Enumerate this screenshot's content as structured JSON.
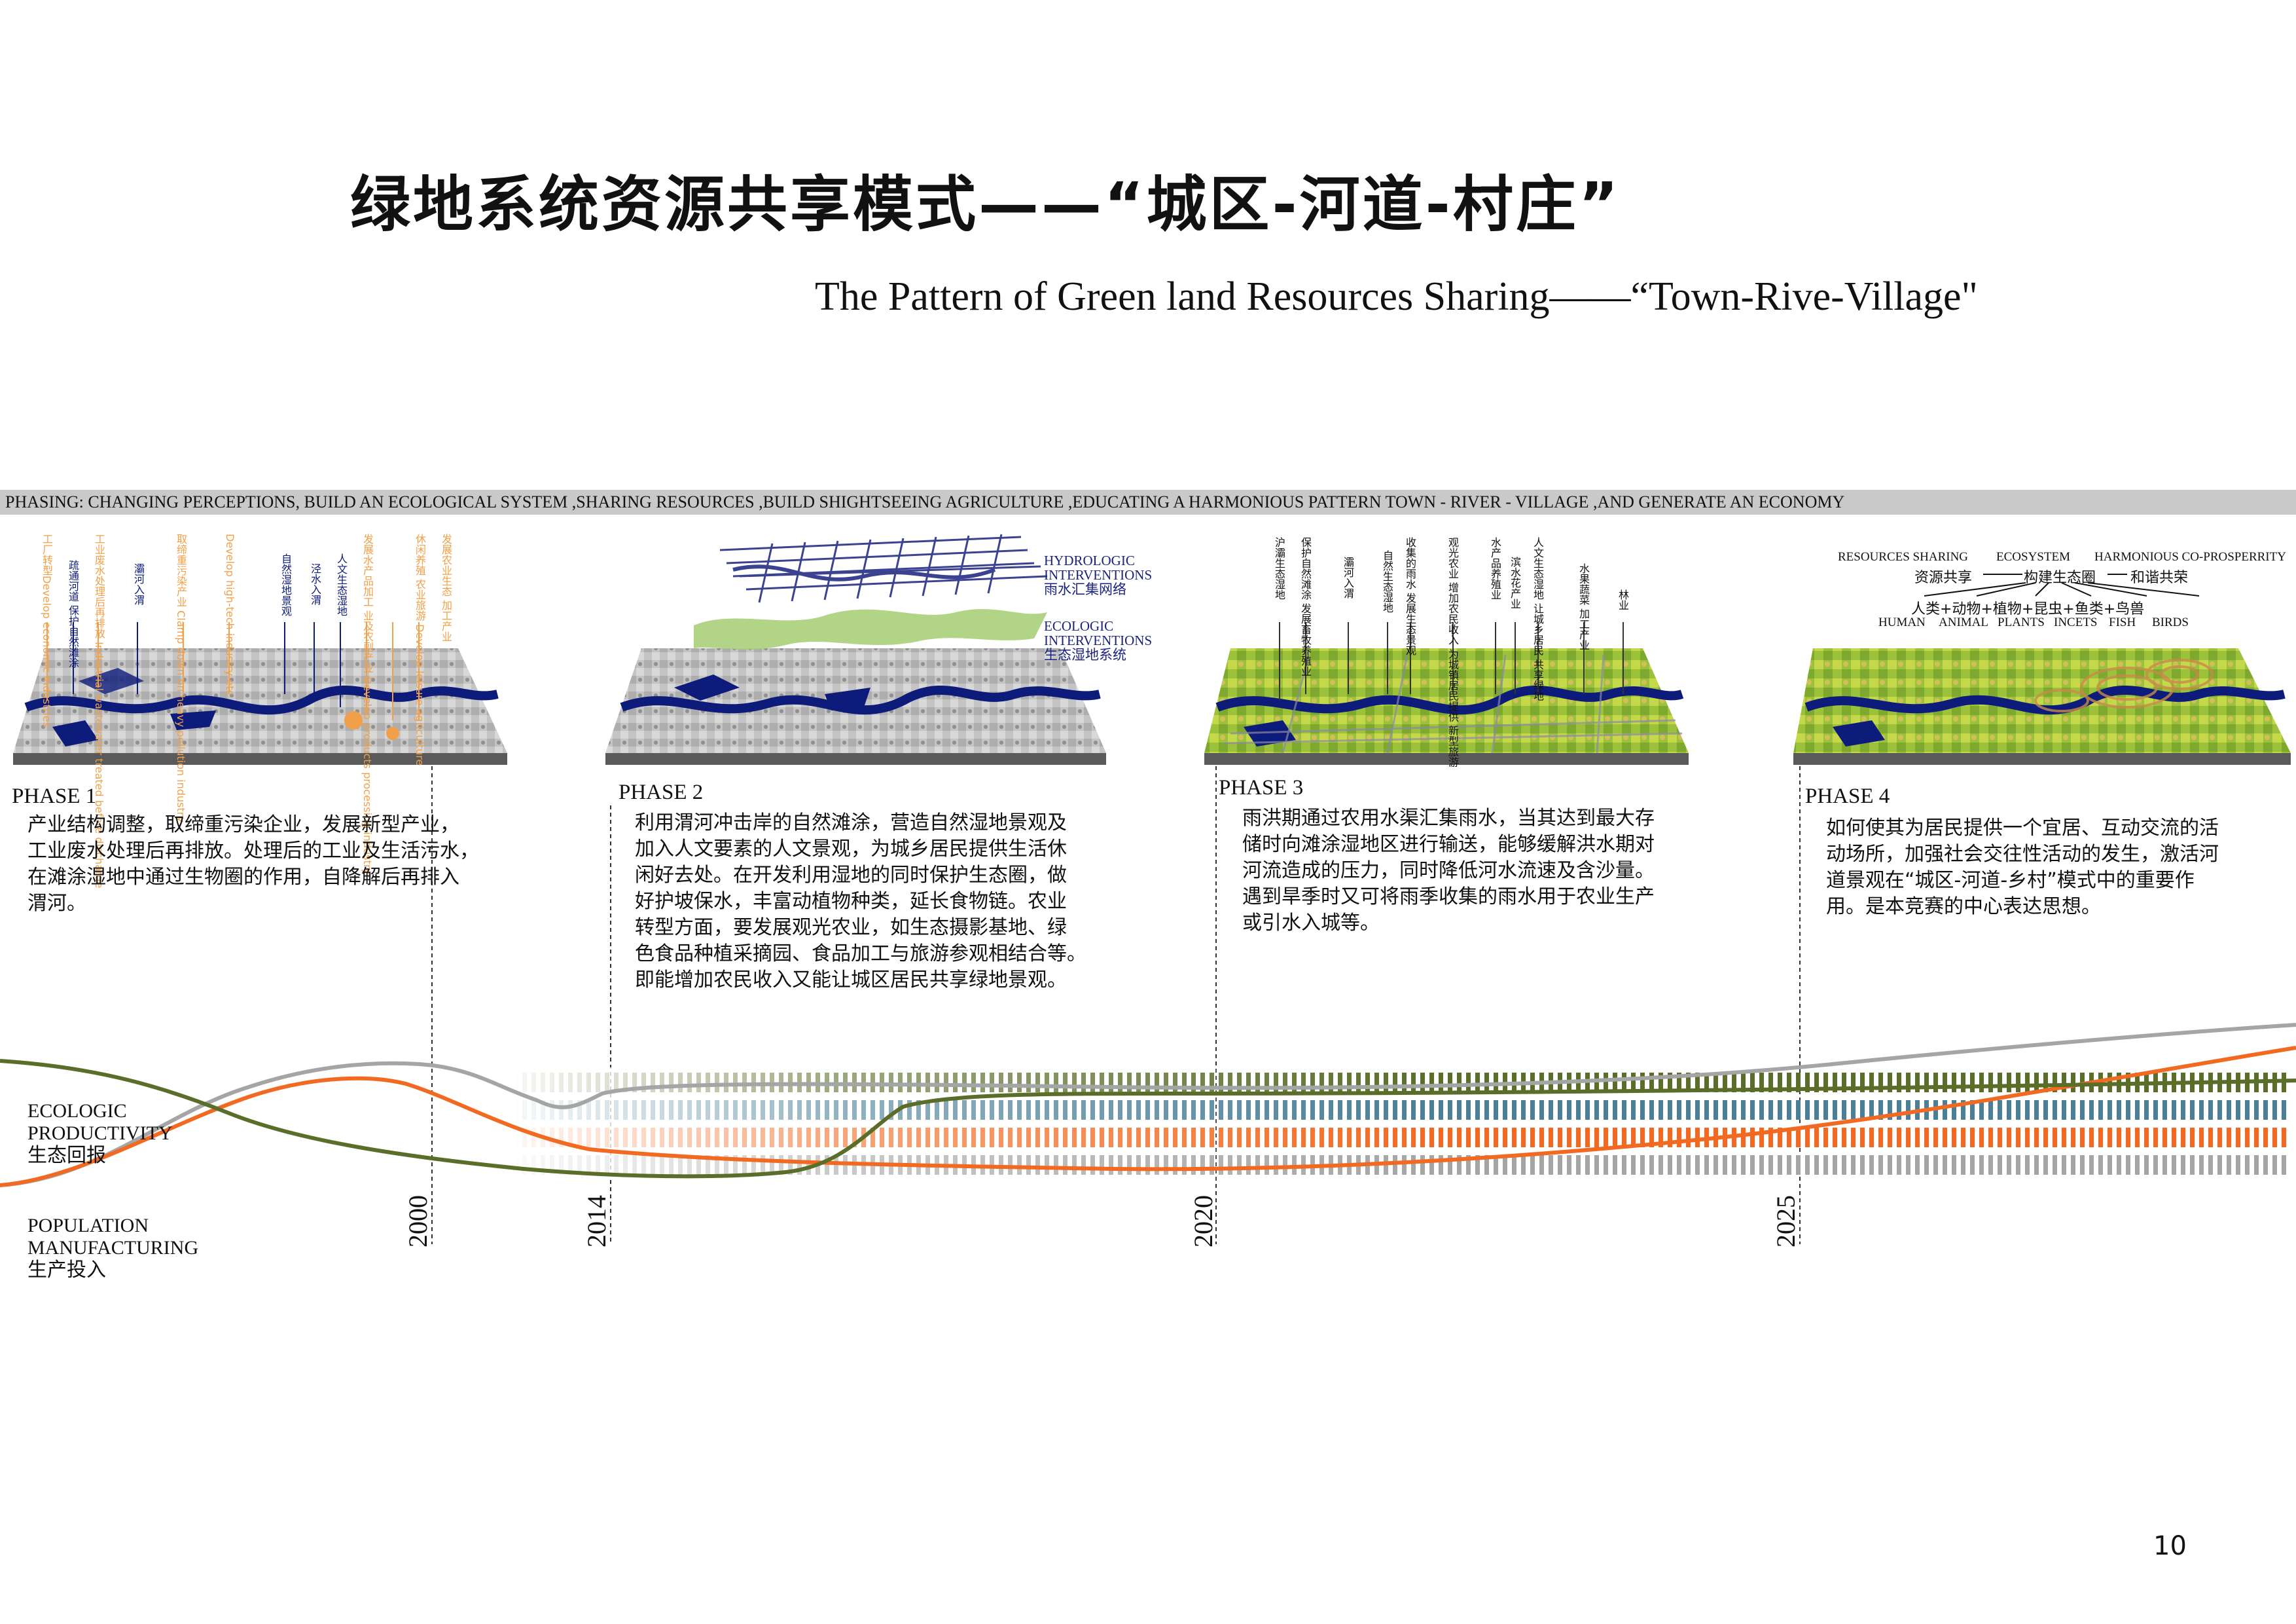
{
  "header": {
    "title_cn": "绿地系统资源共享模式——“城区-河道-村庄”",
    "title_en": "The Pattern of Green land Resources Sharing——“Town-Rive-Village\""
  },
  "banner": {
    "text": "PHASING: CHANGING PERCEPTIONS, BUILD AN ECOLOGICAL SYSTEM ,SHARING RESOURCES ,BUILD SHIGHTSEEING AGRICULTURE ,EDUCATING A HARMONIOUS PATTERN TOWN - RIVER - VILLAGE ,AND GENERATE AN ECONOMY"
  },
  "phases": [
    {
      "label": "PHASE 1",
      "lines": [
        "产业结构调整，取缔重污染企业，发展新型产业，",
        "工业废水处理后再排放。处理后的工业及生活污水，",
        "在滩涂湿地中通过生物圈的作用，自降解后再排入",
        "渭河。"
      ]
    },
    {
      "label": "PHASE 2",
      "lines": [
        "利用渭河冲击岸的自然滩涂，营造自然湿地景观及",
        "加入人文要素的人文景观，为城乡居民提供生活休",
        "闲好去处。在开发利用湿地的同时保护生态圈，做",
        "好护坡保水，丰富动植物种类，延长食物链。农业",
        "转型方面，要发展观光农业，如生态摄影基地、绿",
        "色食品种植采摘园、食品加工与旅游参观相结合等。",
        "即能增加农民收入又能让城区居民共享绿地景观。"
      ]
    },
    {
      "label": "PHASE 3",
      "lines": [
        "雨洪期通过农用水渠汇集雨水，当其达到最大存",
        "储时向滩涂湿地区进行输送，能够缓解洪水期对",
        "河流造成的压力，同时降低河水流速及含沙量。",
        "遇到旱季时又可将雨季收集的雨水用于农业生产",
        "或引水入城等。"
      ]
    },
    {
      "label": "PHASE 4",
      "lines": [
        "如何使其为居民提供一个宜居、互动交流的活",
        "动场所，加强社会交往性活动的发生，激活河",
        "道景观在“城区-河道-乡村”模式中的重要作",
        "用。是本竞赛的中心表达思想。"
      ]
    }
  ],
  "phase1_annotations": {
    "orange": [
      "工厂转型Develop economic industries",
      "疏通河道 保护自然滩涂",
      "工业废水处理后再排放 Industrial wastewater treated before discharge",
      "取缔重污染产业 Clamp down on heavy pollution industry",
      "Develop high-tech industry etc.",
      "发展水产品加工 业及农副产业 Develop products processing industry",
      "休闲养殖 农业旅游 Develop leisure agriculture",
      "发展农业生态 加工产业"
    ],
    "blue": [
      "灞河入渭",
      "自然湿地景观",
      "泾水入渭",
      "人文生态湿地"
    ]
  },
  "phase2_annotations": {
    "hydrologic_en": [
      "HYDROLOGIC",
      "INTERVENTIONS"
    ],
    "hydrologic_cn": "雨水汇集网络",
    "ecologic_en": [
      "ECOLOGIC",
      "INTERVENTIONS"
    ],
    "ecologic_cn": "生态湿地系统"
  },
  "phase3_annotations": [
    "沪灞生态湿地",
    "保护自然滩涂 发展畜牧养殖业",
    "灞河入渭",
    "自然生态湿地",
    "收集的雨水 发展生态景观",
    "观光农业 增加农民收入 为城镇居民提供 新型旅游",
    "水产品养殖业",
    "滨水花产业",
    "人文生态湿地 让城乡居民 共享绿地",
    "水果蔬菜 加工产业",
    "林业"
  ],
  "phase4_annotations": {
    "row1": [
      "RESOURCES SHARING",
      "ECOSYSTEM",
      "HARMONIOUS CO-PROSPERRITY"
    ],
    "row2": [
      "资源共享",
      "构建生态圈",
      "和谐共荣"
    ],
    "row3": "人类+动物+植物+昆虫+鱼类+鸟兽",
    "row4": [
      "HUMAN",
      "ANIMAL",
      "PLANTS",
      "INCETS",
      "FISH",
      "BIRDS"
    ]
  },
  "timeline": {
    "years": [
      "2000",
      "2014",
      "2020",
      "2025"
    ],
    "legend": {
      "ecologic": [
        "ECOLOGIC",
        "PRODUCTIVITY",
        "生态回报"
      ],
      "population": [
        "POPULATION",
        "MANUFACTURING",
        "生产投入"
      ]
    },
    "colors": {
      "green": "#5a6e2a",
      "orange": "#f26a21",
      "gray": "#a5a5a5",
      "blue": "#4a7f96"
    }
  },
  "page_number": "10"
}
